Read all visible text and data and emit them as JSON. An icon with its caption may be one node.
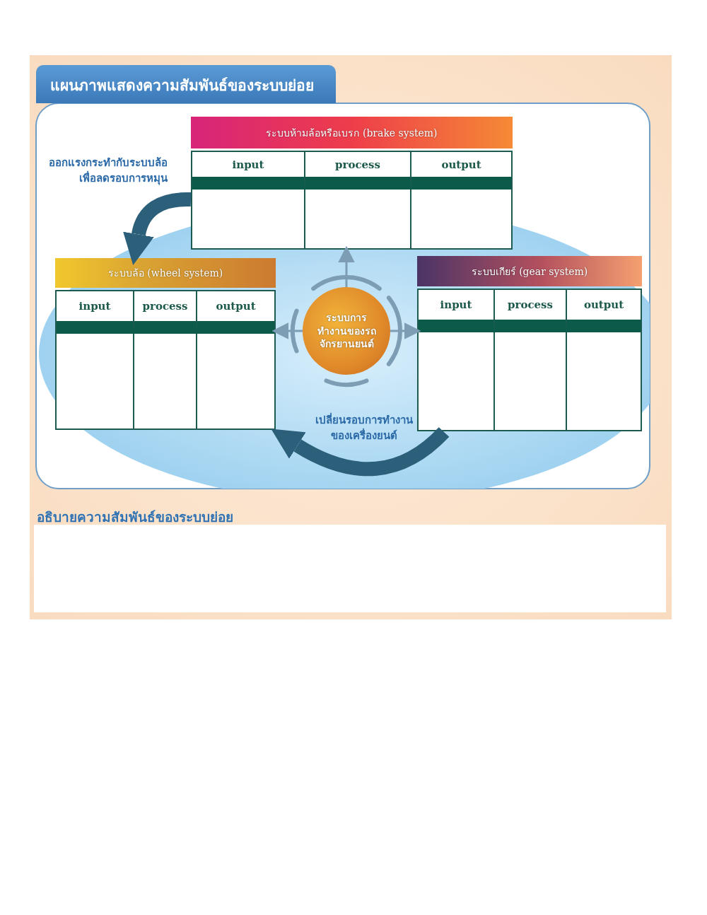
{
  "diagram": {
    "title": "แผนภาพแสดงความสัมพันธ์ของระบบย่อย",
    "nodes": [
      {
        "text": [
          "ระบบห้ามล้อหรือเบรก (brake system)",
          "input",
          "process",
          "output"
        ]
      },
      {
        "text": [
          "ระบบล้อ (wheel system)",
          "input",
          "process",
          "output"
        ]
      },
      {
        "text": [
          "ระบบการทำงานของรถจักรยานยนต์"
        ]
      },
      {
        "text": [
          "ระบบเกียร์ (gear system)",
          "input",
          "process",
          "output"
        ]
      },
      {
        "text": [
          "อธิบายความสัมพันธ์ของระบบย่อย"
        ]
      }
    ],
    "edges": [
      {
        "from": 0,
        "to": 1,
        "arrow": "to",
        "label": "ออกแรงกระทำกับระบบล้อเพื่อลดรอบการหมุน",
        "style": "thick",
        "color": "#2b5f7a"
      },
      {
        "from": 3,
        "to": 1,
        "arrow": "to",
        "label": "เปลี่ยนรอบการทำงานของเครื่องยนต์",
        "style": "thick",
        "color": "#2b5f7a"
      },
      {
        "from": 2,
        "to": 0,
        "arrow": "to"
      },
      {
        "from": 2,
        "to": 1,
        "arrow": "to"
      },
      {
        "from": 2,
        "to": 3,
        "arrow": "to"
      }
    ]
  }
}
